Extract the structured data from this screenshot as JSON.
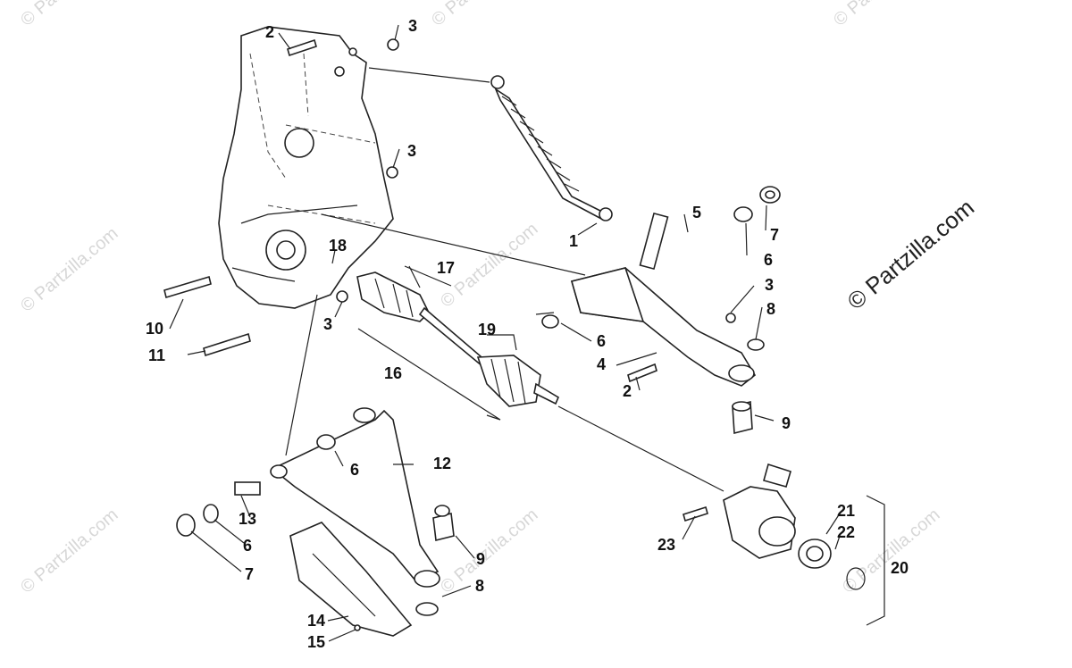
{
  "watermark": {
    "text": "© Partzilla.com",
    "main_text": "© Partzilla.com"
  },
  "callouts": [
    {
      "id": "c1",
      "label": "1"
    },
    {
      "id": "c2a",
      "label": "2"
    },
    {
      "id": "c2b",
      "label": "2"
    },
    {
      "id": "c3a",
      "label": "3"
    },
    {
      "id": "c3b",
      "label": "3"
    },
    {
      "id": "c3c",
      "label": "3"
    },
    {
      "id": "c3d",
      "label": "3"
    },
    {
      "id": "c4",
      "label": "4"
    },
    {
      "id": "c5",
      "label": "5"
    },
    {
      "id": "c6a",
      "label": "6"
    },
    {
      "id": "c6b",
      "label": "6"
    },
    {
      "id": "c6c",
      "label": "6"
    },
    {
      "id": "c6d",
      "label": "6"
    },
    {
      "id": "c7a",
      "label": "7"
    },
    {
      "id": "c7b",
      "label": "7"
    },
    {
      "id": "c8a",
      "label": "8"
    },
    {
      "id": "c8b",
      "label": "8"
    },
    {
      "id": "c9a",
      "label": "9"
    },
    {
      "id": "c9b",
      "label": "9"
    },
    {
      "id": "c10",
      "label": "10"
    },
    {
      "id": "c11",
      "label": "11"
    },
    {
      "id": "c12",
      "label": "12"
    },
    {
      "id": "c13",
      "label": "13"
    },
    {
      "id": "c14",
      "label": "14"
    },
    {
      "id": "c15",
      "label": "15"
    },
    {
      "id": "c16",
      "label": "16"
    },
    {
      "id": "c17",
      "label": "17"
    },
    {
      "id": "c18",
      "label": "18"
    },
    {
      "id": "c19",
      "label": "19"
    },
    {
      "id": "c20",
      "label": "20"
    },
    {
      "id": "c21",
      "label": "21"
    },
    {
      "id": "c22",
      "label": "22"
    },
    {
      "id": "c23",
      "label": "23"
    }
  ]
}
